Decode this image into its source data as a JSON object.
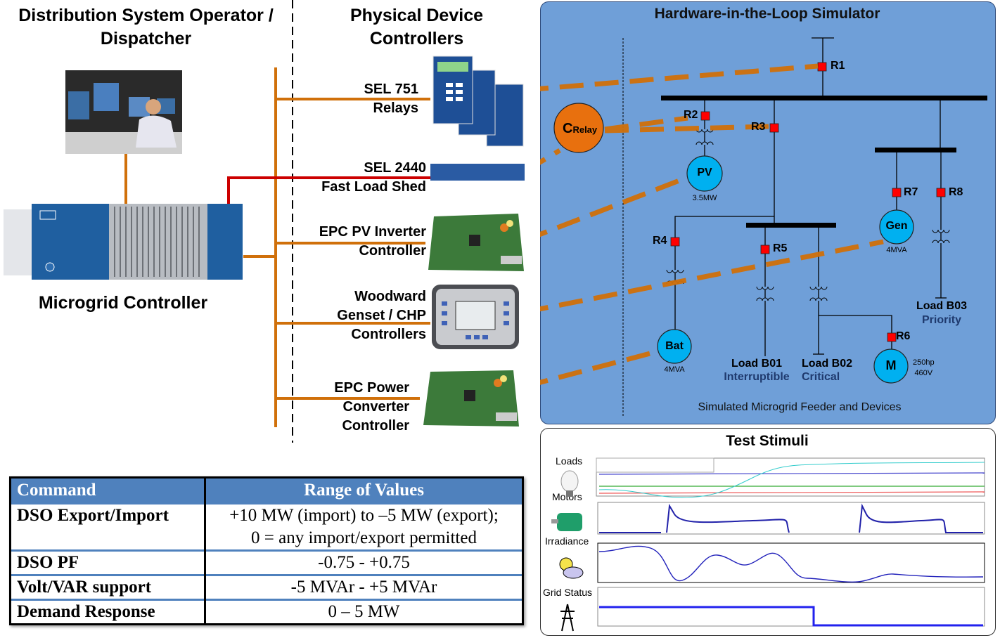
{
  "titles": {
    "dso": "Distribution System Operator / Dispatcher",
    "pdc": "Physical Device Controllers",
    "microgrid_controller": "Microgrid Controller",
    "hil": "Hardware-in-the-Loop Simulator",
    "hil_caption": "Simulated Microgrid Feeder and Devices",
    "test_stimuli": "Test Stimuli"
  },
  "devices": [
    {
      "line1": "SEL 751",
      "line2": "Relays"
    },
    {
      "line1": "SEL 2440",
      "line2": "Fast Load Shed"
    },
    {
      "line1": "EPC PV Inverter",
      "line2": "Controller"
    },
    {
      "line1": "Woodward",
      "line2": "Genset / CHP",
      "line3": "Controllers"
    },
    {
      "line1": "EPC Power",
      "line2": "Converter",
      "line3": "Controller"
    }
  ],
  "crelay": {
    "main": "C",
    "sub": "Relay"
  },
  "relays": [
    "R1",
    "R2",
    "R3",
    "R4",
    "R5",
    "R6",
    "R7",
    "R8"
  ],
  "sources": {
    "pv": {
      "label": "PV",
      "rating": "3.5MW"
    },
    "gen": {
      "label": "Gen",
      "rating": "4MVA"
    },
    "bat": {
      "label": "Bat",
      "rating": "4MVA"
    },
    "motor": {
      "label": "M",
      "rating1": "250hp",
      "rating2": "460V"
    }
  },
  "loads": [
    {
      "name": "Load B01",
      "class": "Interruptible"
    },
    {
      "name": "Load B02",
      "class": "Critical"
    },
    {
      "name": "Load B03",
      "class": "Priority"
    }
  ],
  "stimuli_labels": {
    "loads": "Loads",
    "motors": "Motors",
    "irradiance": "Irradiance",
    "grid_status": "Grid Status"
  },
  "command_table": {
    "headers": [
      "Command",
      "Range of Values"
    ],
    "rows": [
      {
        "command": "DSO Export/Import",
        "range1": "+10 MW (import) to –5 MW (export);",
        "range2": "0 = any import/export permitted"
      },
      {
        "command": "DSO PF",
        "range1": "-0.75 - +0.75"
      },
      {
        "command": "Volt/VAR support",
        "range1": "-5 MVAr - +5 MVAr"
      },
      {
        "command": "Demand Response",
        "range1": "0 – 5 MW"
      }
    ]
  },
  "colors": {
    "orange": "#d0700a",
    "red": "#cc0000",
    "hil_bg": "#6f9fd8",
    "source_fill": "#00b0f0",
    "relay": "#ff0000",
    "table_header": "#4f81bd",
    "class_text": "#1f3a6e"
  }
}
